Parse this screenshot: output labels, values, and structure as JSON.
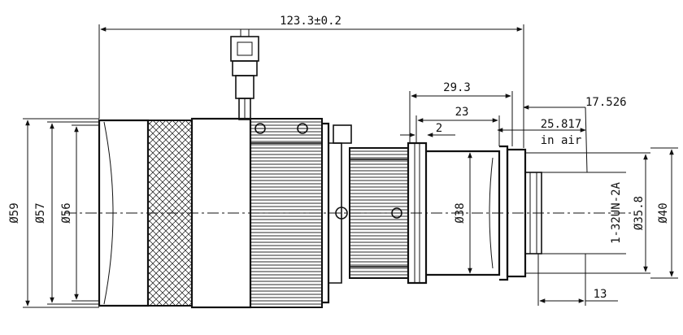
{
  "dimensions": {
    "overall_length": "123.3±0.2",
    "d59": "Ø59",
    "d57": "Ø57",
    "d56": "Ø56",
    "d38": "Ø38",
    "d35_8": "Ø35.8",
    "d40": "Ø40",
    "thread": "1-32UN-2A",
    "len_29_3": "29.3",
    "len_23": "23",
    "len_2": "2",
    "len_17_526": "17.526",
    "len_25_817": "25.817",
    "in_air": "in air",
    "len_13": "13"
  },
  "colors": {
    "line": "#111111",
    "background": "#ffffff"
  }
}
